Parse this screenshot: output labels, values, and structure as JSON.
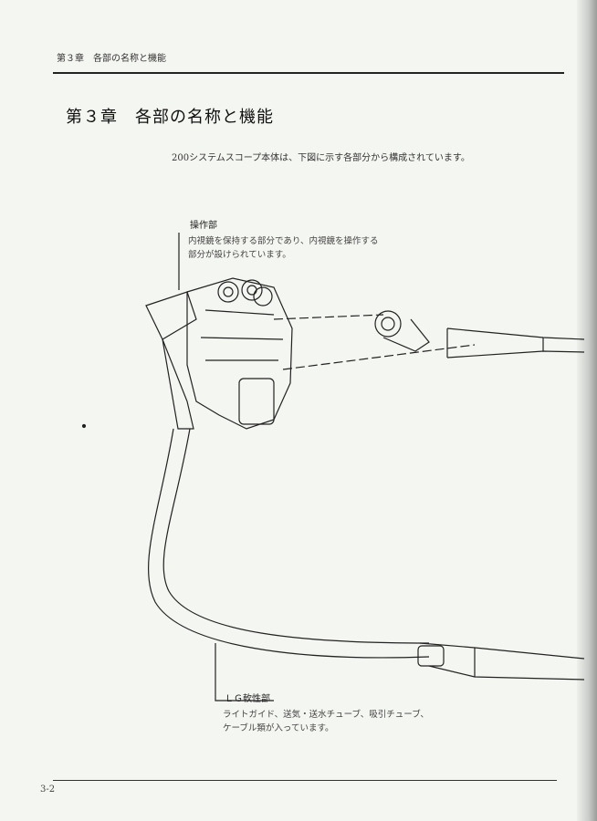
{
  "header": {
    "running_title": "第３章　各部の名称と機能"
  },
  "chapter_title": "第３章　各部の名称と機能",
  "intro": "200システムスコープ本体は、下図に示す各部分から構成されています。",
  "callouts": [
    {
      "label": "操作部",
      "lines": [
        "内視鏡を保持する部分であり、内視鏡を操作する",
        "部分が設けられています。"
      ]
    },
    {
      "label": "ＬＧ軟性部",
      "lines": [
        "ライトガイド、送気・送水チューブ、吸引チューブ、",
        "ケーブル類が入っています。"
      ]
    }
  ],
  "footer": {
    "page_number": "3-2"
  }
}
